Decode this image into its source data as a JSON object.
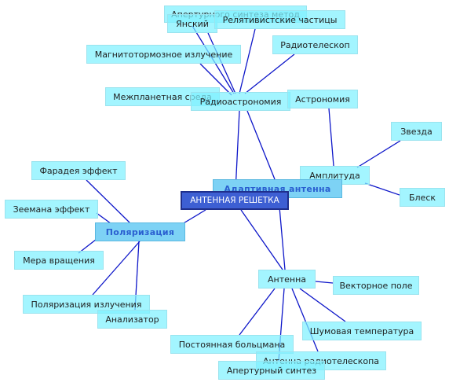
{
  "colors": {
    "link": "#0d16c9",
    "leaf_fill": "#80f1ff",
    "hub_fill": "#7dd2f5",
    "root_fill": "#3d5fd3",
    "hub_text": "#2a5fd0"
  },
  "nodes": {
    "root": "АНТЕННАЯ РЕШЕТКА",
    "adaptive": "Адаптивная антенна",
    "polarization": "Поляризация",
    "radioastronomy": "Радиоастрономия",
    "amplitude": "Амплитуда",
    "antenna": "Антенна",
    "aperture_synthesis_method": "Апертурного синтеза метод",
    "jansky": "Янский",
    "relativistic": "Релятивистские частицы",
    "radiotelescope": "Радиотелескоп",
    "magnetobrems": "Магнитотормозное излучение",
    "interplanetary": "Межпланетная среда",
    "astronomy": "Астрономия",
    "star": "Звезда",
    "glitter": "Блеск",
    "faraday": "Фарадея эффект",
    "zeeman": "Зеемана эффект",
    "rotation": "Мера вращения",
    "pol_radiation": "Поляризация излучения",
    "analyzer": "Анализатор",
    "vector_field": "Векторное поле",
    "noise_temp": "Шумовая температура",
    "boltzmann": "Постоянная больцмана",
    "rt_antenna": "Антенна радиотелескопа",
    "aperture_synthesis": "Апертурный синтез"
  }
}
